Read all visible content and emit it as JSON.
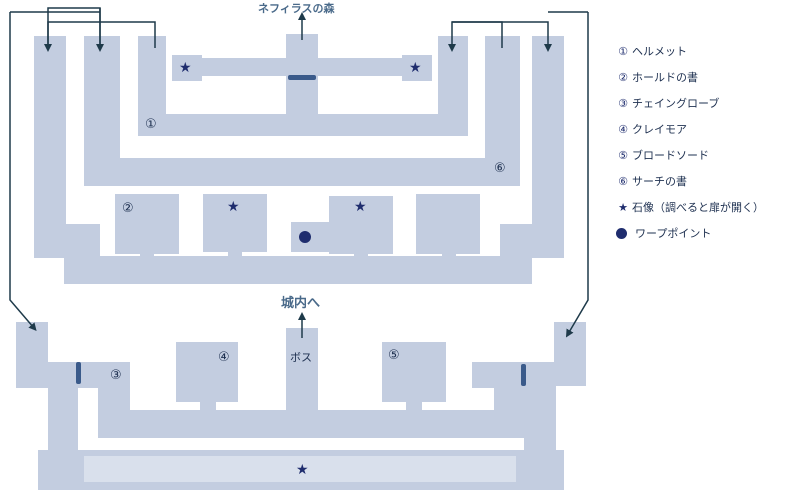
{
  "colors": {
    "floor": "#c3cde0",
    "line": "#1e3a4a",
    "symbol": "#1f2d6e",
    "warp": "#3a5a8a"
  },
  "exits": {
    "north": "ネフィラスの森",
    "south": "城内へ"
  },
  "boss": "ボス",
  "room_numbers": {
    "r1": "①",
    "r2": "②",
    "r3": "③",
    "r4": "④",
    "r5": "⑤",
    "r6": "⑥"
  },
  "star_glyph": "★",
  "legend": [
    {
      "symbol": "①",
      "label": "ヘルメット"
    },
    {
      "symbol": "②",
      "label": "ホールドの書"
    },
    {
      "symbol": "③",
      "label": "チェイングローブ"
    },
    {
      "symbol": "④",
      "label": "クレイモア"
    },
    {
      "symbol": "⑤",
      "label": "ブロードソード"
    },
    {
      "symbol": "⑥",
      "label": "サーチの書"
    },
    {
      "symbol": "★",
      "label": "石像（調べると扉が開く）"
    },
    {
      "symbol": "dot",
      "label": "ワープポイント"
    }
  ]
}
